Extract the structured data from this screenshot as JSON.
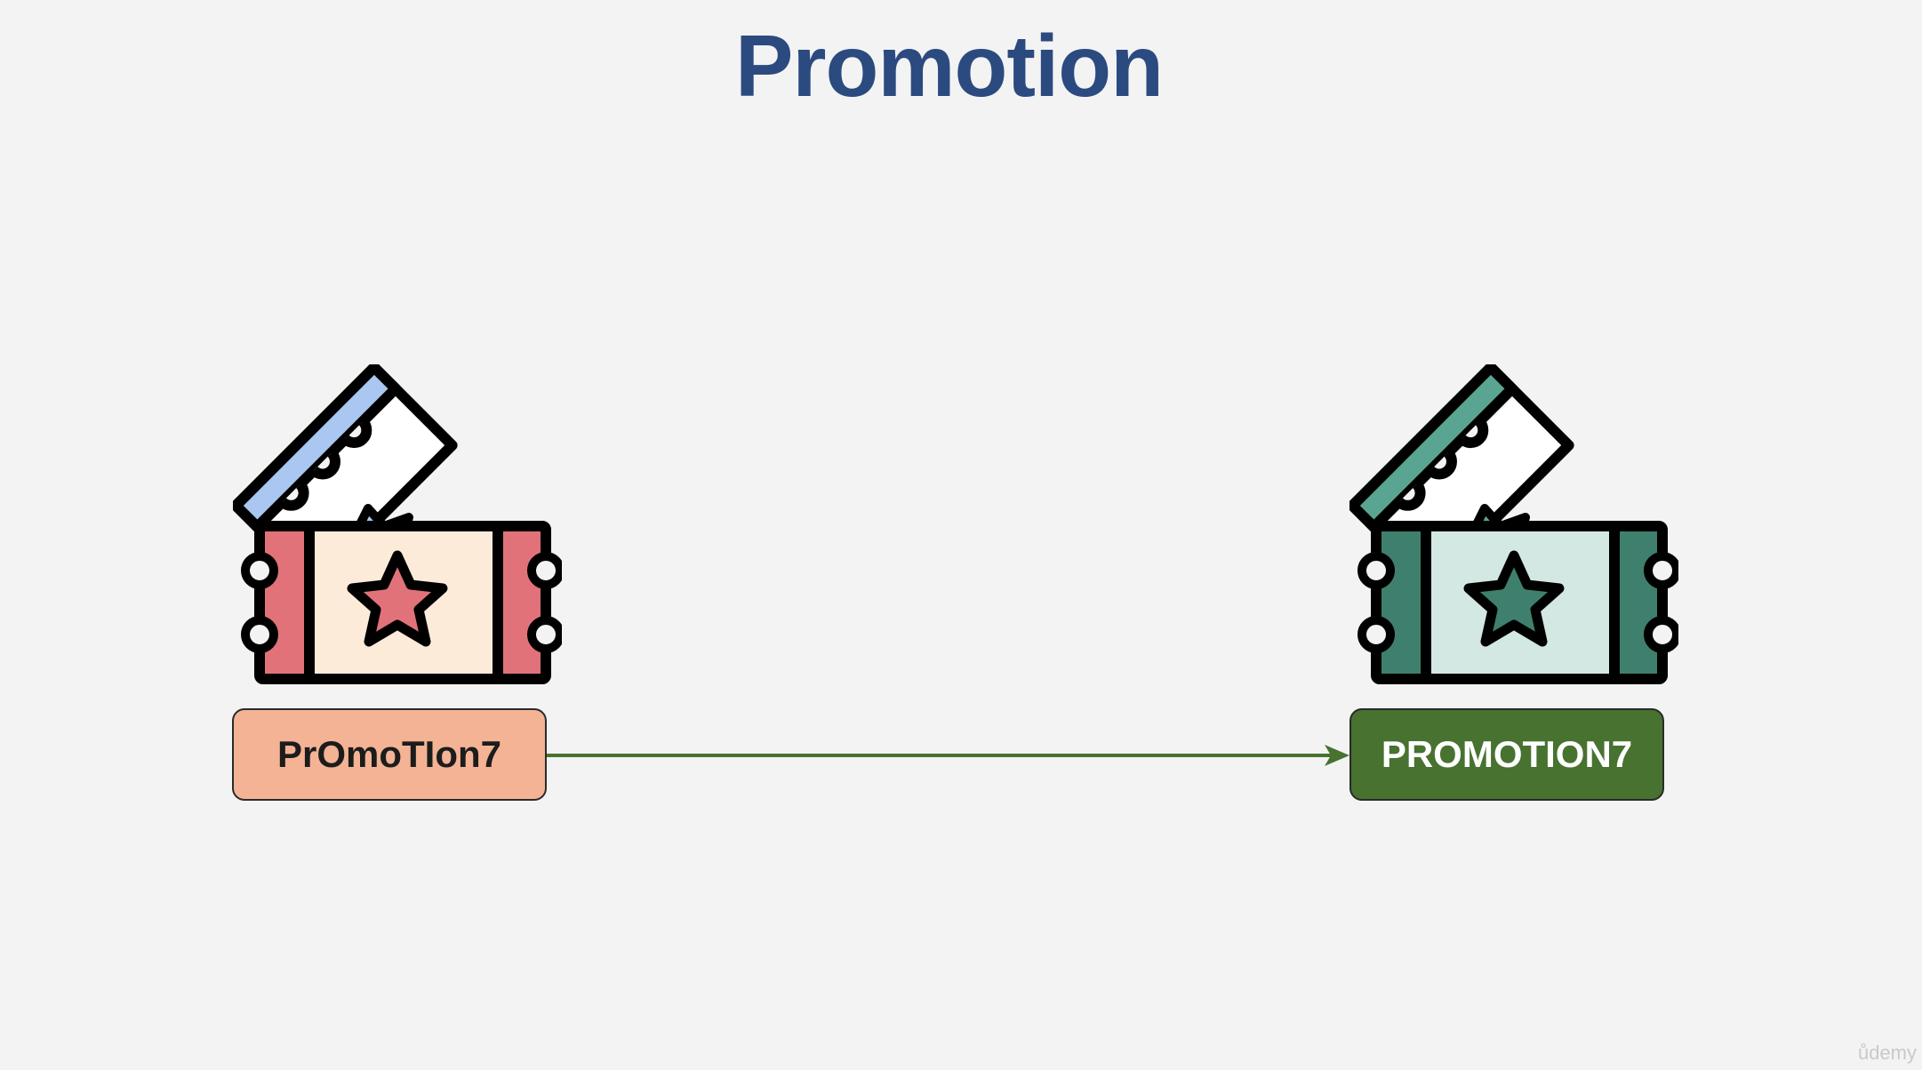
{
  "title": "Promotion",
  "left_box": {
    "label": "PrOmoTIon7",
    "fill": "#f3b394"
  },
  "right_box": {
    "label": "PROMOTION7",
    "fill": "#477230"
  },
  "arrow_color": "#477230",
  "icons": {
    "left": "tickets-icon",
    "right": "tickets-icon"
  },
  "watermark": "ůdemy"
}
